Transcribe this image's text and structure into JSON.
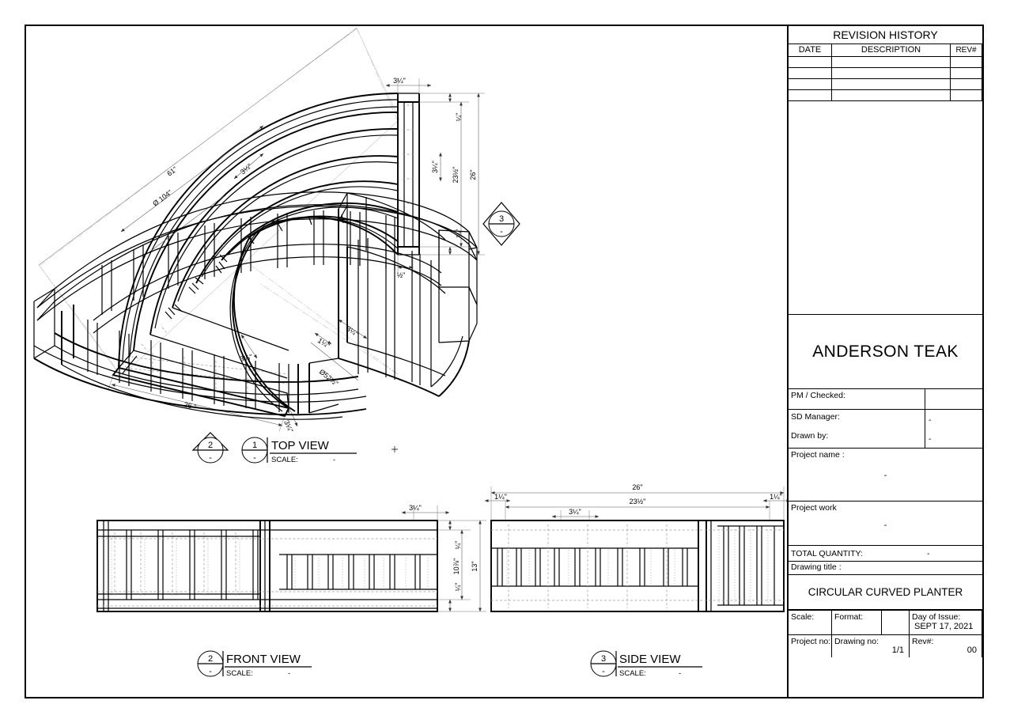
{
  "sheet": {
    "drawing_title": "CIRCULAR CURVED PLANTER",
    "company": "ANDERSON TEAK"
  },
  "revision_history": {
    "title": "REVISION HISTORY",
    "columns": [
      "DATE",
      "DESCRIPTION",
      "REV#"
    ],
    "rows": [
      {
        "date": "",
        "description": "",
        "rev": ""
      },
      {
        "date": "",
        "description": "",
        "rev": ""
      },
      {
        "date": "",
        "description": "",
        "rev": ""
      },
      {
        "date": "",
        "description": "",
        "rev": ""
      }
    ]
  },
  "title_block": {
    "pm_checked_label": "PM / Checked:",
    "pm_checked_value": "",
    "sd_manager_label": "SD Manager:",
    "sd_manager_value": "-",
    "drawn_by_label": "Drawn by:",
    "drawn_by_value": "-",
    "project_name_label": "Project name :",
    "project_name_value": "-",
    "project_work_label": "Project work",
    "project_work_value": "-",
    "total_quantity_label": "TOTAL QUANTITY:",
    "total_quantity_value": "-",
    "drawing_title_label": "Drawing title :",
    "scale_label": "Scale:",
    "scale_value": "",
    "format_label": "Format:",
    "format_value": "",
    "day_of_issue_label": "Day of Issue:",
    "day_of_issue_value": "SEPT 17, 2021",
    "project_no_label": "Project no:",
    "project_no_value": "",
    "drawing_no_label": "Drawing no:",
    "drawing_no_value": "1/1",
    "rev_label": "Rev#:",
    "rev_value": "00"
  },
  "views": {
    "top": {
      "number": "1",
      "label": "TOP VIEW",
      "scale_label": "SCALE:",
      "scale_value": "-",
      "mark_sub": "-"
    },
    "front": {
      "number": "2",
      "label": "FRONT VIEW",
      "scale_label": "SCALE:",
      "scale_value": "-",
      "mark_sub": "-"
    },
    "side": {
      "number": "3",
      "label": "SIDE VIEW",
      "scale_label": "SCALE:",
      "scale_value": "-",
      "mark_sub": "-"
    },
    "section_a": {
      "number": "2",
      "sub": "-"
    },
    "section_b": {
      "number": "3",
      "sub": "-"
    }
  },
  "dimensions": {
    "top_view": {
      "arc_chord_61": "61\"",
      "outer_diameter": "Ø 104\"",
      "inner_diameter": "Ø52½\"",
      "slat_width_top": "3¼\"",
      "slat_width_inner": "3¼\"",
      "slat_gap_inner": "1¼\"",
      "rail_width_mid": "3¼\"",
      "end_width_26": "26 \"",
      "end_cap_34": "3¼\"",
      "right_cap_width": "3¼\"",
      "right_total": "26\"",
      "right_inner": "23½\"",
      "right_slat": "3¼\"",
      "right_gap_top": "¼\"",
      "right_gap_bottom": "¼\"",
      "right_bottom_half": "½\""
    },
    "front_view": {
      "top_rail_width": "3¼\"",
      "inner_height": "10⅞\"",
      "total_height": "13\"",
      "gap_top": "¼\"",
      "gap_bottom": "¼\""
    },
    "side_view": {
      "total_width": "26\"",
      "inner_width": "23½\"",
      "slat_width": "3¼\"",
      "left_offset": "1¼\"",
      "right_offset": "1¼\""
    }
  }
}
